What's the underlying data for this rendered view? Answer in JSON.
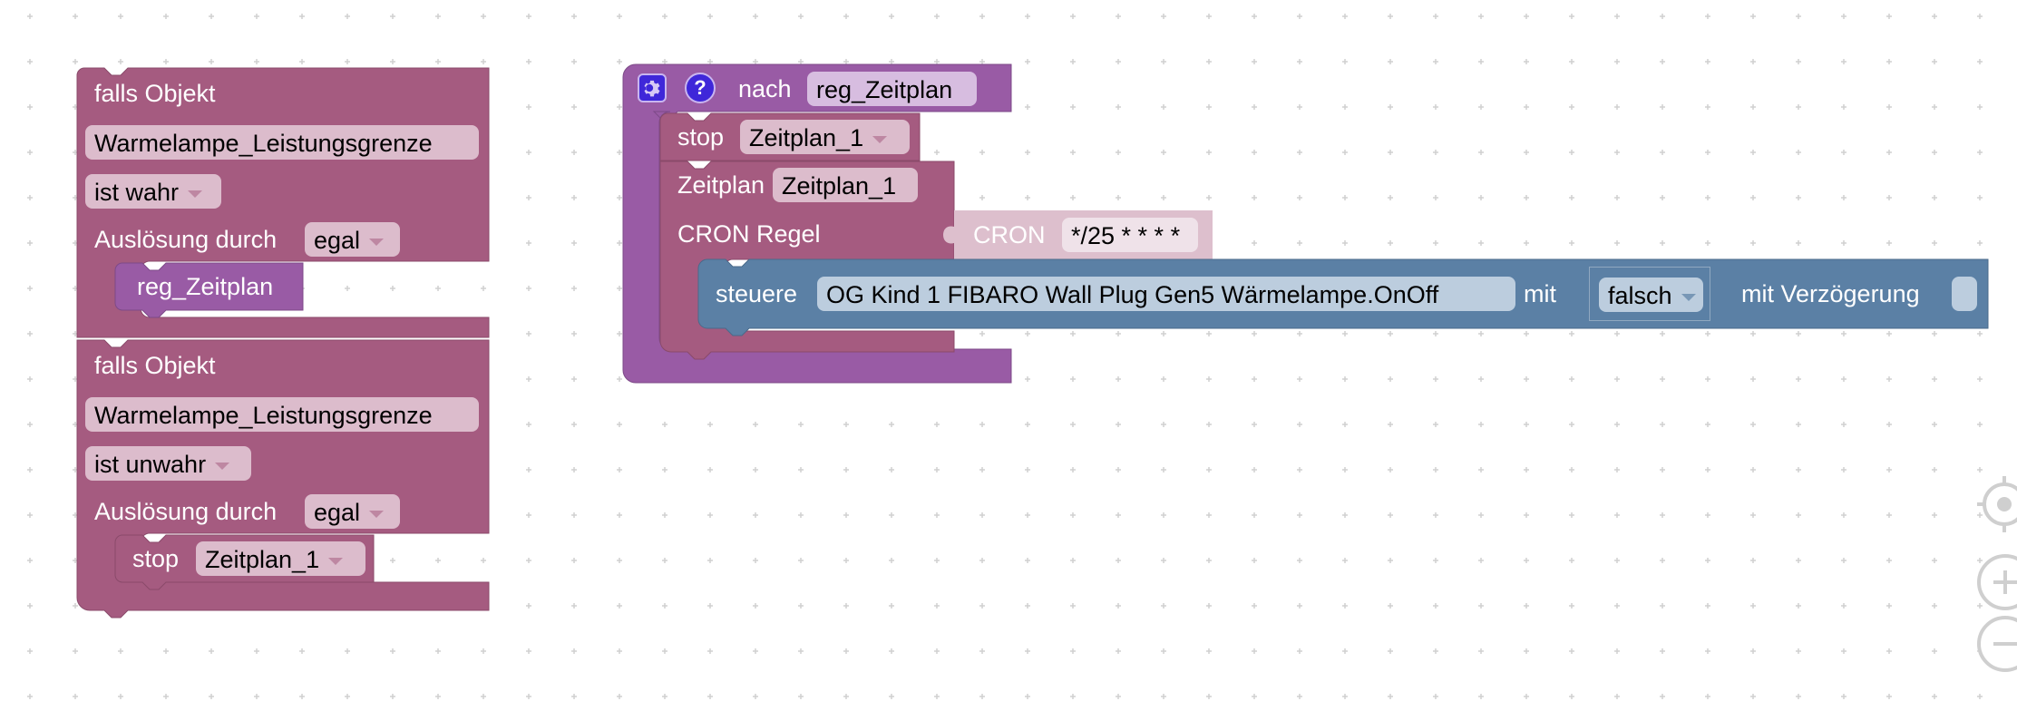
{
  "workspace": {
    "grid": "dotted"
  },
  "left_stack": {
    "blocks": [
      {
        "header": "falls Objekt",
        "object": "Warmelampe_Leistungsgrenze",
        "condition": "ist wahr",
        "trigger_label": "Auslösung durch",
        "trigger_value": "egal",
        "inner": {
          "type": "procedure-call",
          "label": "reg_Zeitplan"
        }
      },
      {
        "header": "falls Objekt",
        "object": "Warmelampe_Leistungsgrenze",
        "condition": "ist unwahr",
        "trigger_label": "Auslösung durch",
        "trigger_value": "egal",
        "inner": {
          "type": "stop",
          "label": "stop",
          "value": "Zeitplan_1"
        }
      }
    ]
  },
  "procedure": {
    "icons": [
      "gear-icon",
      "help-icon"
    ],
    "label": "nach",
    "name": "reg_Zeitplan",
    "stop_block": {
      "label": "stop",
      "value": "Zeitplan_1"
    },
    "schedule_block": {
      "label": "Zeitplan",
      "name": "Zeitplan_1",
      "cron_label": "CRON Regel",
      "cron_block": {
        "label": "CRON",
        "value": "*/25 * * * *"
      },
      "control_block": {
        "label": "steuere",
        "object": "OG Kind 1 FIBARO Wall Plug Gen5 Wärmelampe.OnOff",
        "with_label": "mit",
        "value": "falsch",
        "delay_label": "mit Verzögerung"
      }
    }
  },
  "zoom_controls": {
    "items": [
      "reset-center-icon",
      "zoom-in-icon",
      "zoom-out-icon"
    ]
  },
  "colors": {
    "logic_block": "#a55b80",
    "procedure_block": "#995ba5",
    "control_block": "#5b80a5",
    "icon_button": "#3f27d9"
  }
}
